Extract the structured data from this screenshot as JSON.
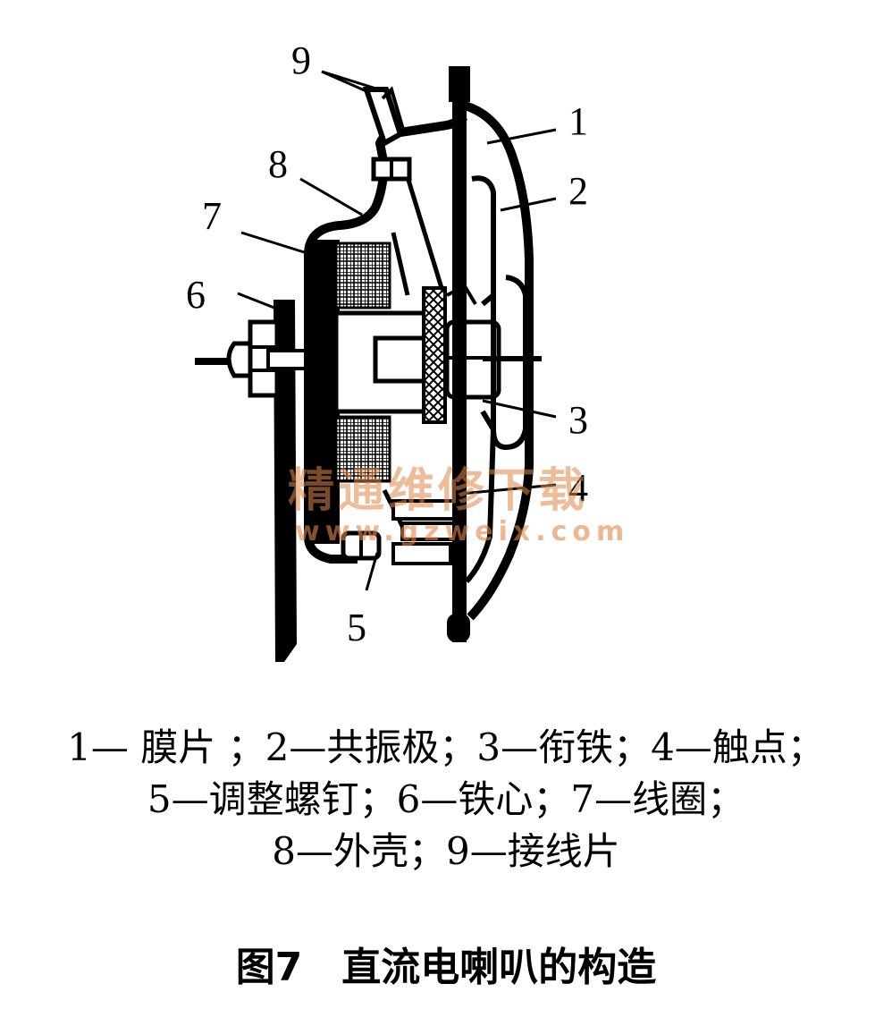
{
  "callouts": [
    "1",
    "2",
    "3",
    "4",
    "5",
    "6",
    "7",
    "8",
    "9"
  ],
  "watermark": {
    "text": "精通维修下载",
    "url": "www.gzweix.com"
  },
  "legend": {
    "line1": "1— 膜片 ；2—共振极；3—衔铁；4—触点；",
    "line2": "5—调整螺钉；6—铁心；7—线圈；",
    "line3": "8—外壳；9—接线片"
  },
  "caption": "图7　直流电喇叭的构造"
}
